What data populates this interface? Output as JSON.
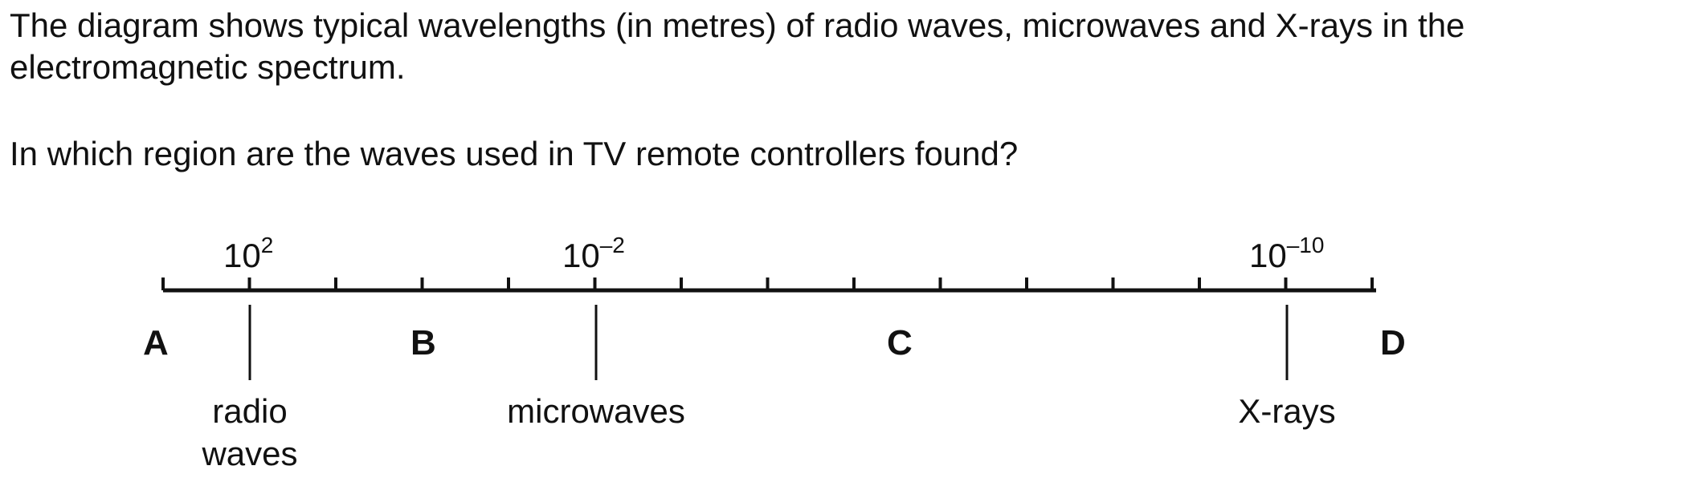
{
  "question": {
    "intro_line1": "The diagram shows typical wavelengths (in metres) of radio waves, microwaves and X-rays in the",
    "intro_line2": "electromagnetic spectrum.",
    "prompt": "In which region are the waves used in TV remote controllers found?"
  },
  "spectrum": {
    "scale_labels": [
      {
        "base": "10",
        "exponent": "2"
      },
      {
        "base": "10",
        "exponent": "–2"
      },
      {
        "base": "10",
        "exponent": "–10"
      }
    ],
    "regions": [
      "A",
      "B",
      "C",
      "D"
    ],
    "wave_labels": {
      "radio_line1": "radio",
      "radio_line2": "waves",
      "microwaves": "microwaves",
      "xrays": "X-rays"
    }
  }
}
